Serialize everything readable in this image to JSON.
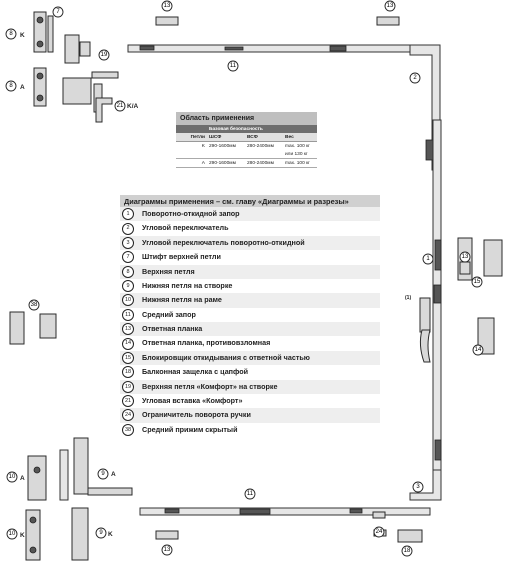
{
  "table": {
    "title": "Область применения",
    "subheader": "Базовая безопасность",
    "col_hinges": "Петли",
    "col_shf": "ШСФ",
    "col_vsf": "ВСФ",
    "col_weight": "Вес",
    "rows": [
      {
        "type": "K",
        "shf": "290-1600мм",
        "vsf": "280-2400мм",
        "weight": "max. 100 кг",
        "weight2": "или 130 кг"
      },
      {
        "type": "A",
        "shf": "290-1600мм",
        "vsf": "280-2400мм",
        "weight": "max. 100 кг",
        "weight2": ""
      }
    ]
  },
  "legend": {
    "heading": "Диаграммы применения – см. главу «Диаграммы и разрезы»",
    "items": [
      {
        "num": "1",
        "text": "Поворотно-откидной запор"
      },
      {
        "num": "2",
        "text": "Угловой переключатель"
      },
      {
        "num": "3",
        "text": "Угловой переключатель поворотно-откидной"
      },
      {
        "num": "7",
        "text": "Штифт верхней петли"
      },
      {
        "num": "8",
        "text": "Верхняя петля"
      },
      {
        "num": "9",
        "text": "Нижняя петля на створке"
      },
      {
        "num": "10",
        "text": "Нижняя петля на раме"
      },
      {
        "num": "11",
        "text": "Средний запор"
      },
      {
        "num": "13",
        "text": "Ответная планка"
      },
      {
        "num": "14",
        "text": "Ответная планка, противовзломная"
      },
      {
        "num": "15",
        "text": "Блокировщик откидывания с ответной частью"
      },
      {
        "num": "18",
        "text": "Балконная защелка с цапфой"
      },
      {
        "num": "19",
        "text": "Верхняя петля «Комфорт» на створке"
      },
      {
        "num": "21",
        "text": "Угловая вставка «Комфорт»"
      },
      {
        "num": "24",
        "text": "Ограничитель поворота ручки"
      },
      {
        "num": "38",
        "text": "Средний прижим скрытый"
      }
    ]
  },
  "callouts": {
    "c8": "8",
    "c7": "7",
    "c13a": "13",
    "c13b": "13",
    "c19": "19",
    "c11a": "11",
    "c2": "2",
    "c8b": "8",
    "c21": "21",
    "c1": "1",
    "c13c": "13",
    "c15": "15",
    "c14": "14",
    "c38": "38",
    "c10a": "10",
    "c9a": "9",
    "c10k": "10",
    "c9k": "9",
    "c11b": "11",
    "c3": "3",
    "c13d": "13",
    "c24": "24",
    "c18": "18"
  },
  "letters": {
    "k1": "K",
    "a1": "A",
    "ka": "K/A",
    "a2": "A",
    "a3": "A",
    "k2": "K",
    "k3": "K",
    "note": "(1)"
  }
}
